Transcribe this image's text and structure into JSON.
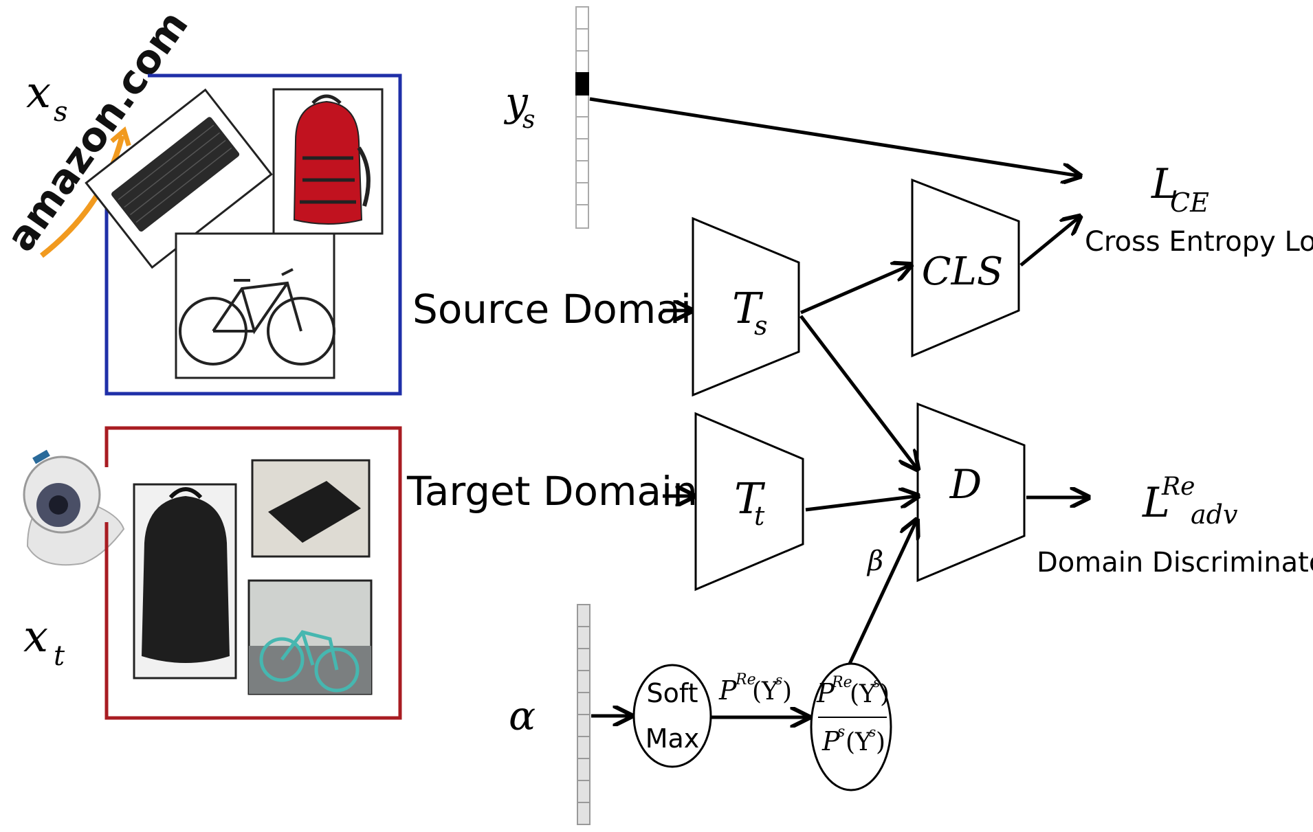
{
  "source": {
    "input_label": "x",
    "input_sub": "s",
    "brand_text": "amazon.com",
    "domain_label": "Source Domain",
    "extractor": "T",
    "extractor_sub": "s",
    "image_contents": [
      "keyboard-photo",
      "backpack-photo",
      "bicycle-photo"
    ]
  },
  "target": {
    "input_label": "x",
    "input_sub": "t",
    "domain_label": "Target Domain",
    "extractor": "T",
    "extractor_sub": "t",
    "image_contents": [
      "backpack-photo",
      "keyboard-photo",
      "bicycle-photo"
    ]
  },
  "labels": {
    "ys_main": "y",
    "ys_sub": "s",
    "alpha": "α",
    "beta": "β"
  },
  "classifier": {
    "label": "CLS"
  },
  "discriminator": {
    "label": "D"
  },
  "softmax": {
    "line1": "Soft",
    "line2": "Max"
  },
  "pre_label": {
    "main": "P",
    "sup": "Re",
    "arg": "(Y",
    "arg_sup": "s",
    "close": ")"
  },
  "ratio": {
    "num_main": "P",
    "num_sup": "Re",
    "num_arg": "(Y",
    "num_arg_sup": "s",
    "num_close": ")",
    "den_main": "P",
    "den_sup": "s",
    "den_arg": "(Y",
    "den_arg_sup": "s",
    "den_close": ")"
  },
  "losses": {
    "ce_main": "L",
    "ce_sub": "CE",
    "ce_name": "Cross Entropy Loss",
    "adv_main": "L",
    "adv_sup": "Re",
    "adv_sub": "adv",
    "adv_name": "Domain Discriminator Loss"
  },
  "colors": {
    "source_frame": "#1f2fa8",
    "target_frame": "#a81c22",
    "amazon_orange": "#f19a1f",
    "onehot_fill": "#000000"
  }
}
